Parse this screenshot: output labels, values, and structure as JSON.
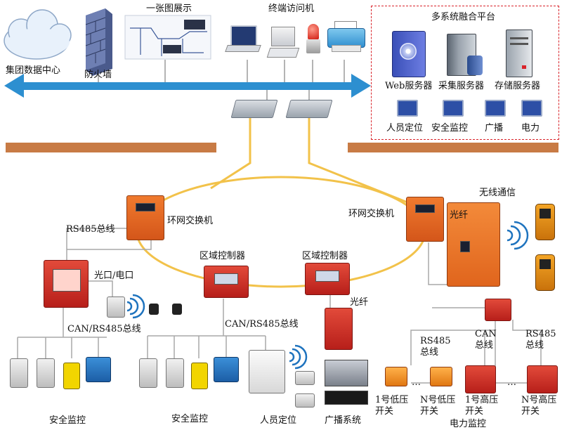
{
  "labels": {
    "group_data_center": "集团数据中心",
    "firewall": "防火墙",
    "overview_display": "一张图展示",
    "terminal_access": "终端访问机",
    "fusion_platform": "多系统融合平台",
    "web_server": "Web服务器",
    "collect_server": "采集服务器",
    "storage_server": "存储服务器",
    "personnel_location_top": "人员定位",
    "safety_monitor_top": "安全监控",
    "broadcast_top": "广播",
    "power_top": "电力",
    "ring_switch_left": "环网交换机",
    "ring_switch_right": "环网交换机",
    "wireless_comm": "无线通信",
    "fiber_right": "光纤",
    "rs485_bus": "RS485总线",
    "optical_electrical_port": "光口/电口",
    "area_controller_1": "区域控制器",
    "area_controller_2": "区域控制器",
    "can_rs485_left": "CAN/RS485总线",
    "can_rs485_mid": "CAN/RS485总线",
    "fiber_mid": "光纤",
    "rs485_bus_left_pc": "RS485\n总线",
    "can_bus": "CAN\n总线",
    "rs485_bus_right_pc": "RS485\n总线",
    "ellipsis_1": "…",
    "ellipsis_2": "…",
    "lv_switch_1": "1号低压\n开关",
    "lv_switch_n": "N号低压\n开关",
    "hv_switch_1": "1号高压\n开关",
    "hv_switch_n": "N号高压\n开关",
    "safety_monitor_1": "安全监控",
    "safety_monitor_2": "安全监控",
    "personnel_location": "人员定位",
    "broadcast_system": "广播系统",
    "power_monitor": "电力监控"
  },
  "colors": {
    "backbone": "#2d8fd0",
    "ring": "#f2c24a",
    "ground": "#c87b45",
    "platform_border": "#d9232a",
    "line": "#9a9a9a",
    "wifi": "#1e73be"
  },
  "icons": [
    "cloud-icon",
    "firewall-icon",
    "server-icon",
    "pc-icon",
    "alarm-light-icon",
    "printer-icon",
    "laptop-icon",
    "wifi-icon",
    "phone-icon"
  ]
}
